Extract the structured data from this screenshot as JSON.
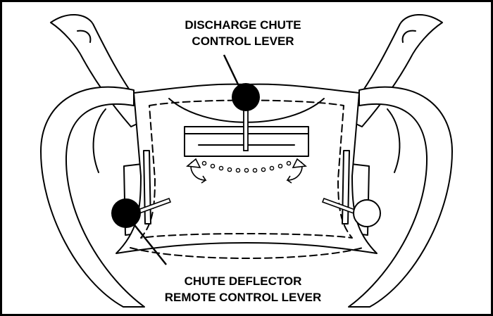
{
  "labels": {
    "discharge_line1": "DISCHARGE CHUTE",
    "discharge_line2": "CONTROL LEVER",
    "deflector_line1": "CHUTE DEFLECTOR",
    "deflector_line2": "REMOTE CONTROL LEVER"
  },
  "colors": {
    "ink": "#000000",
    "paper": "#ffffff"
  }
}
